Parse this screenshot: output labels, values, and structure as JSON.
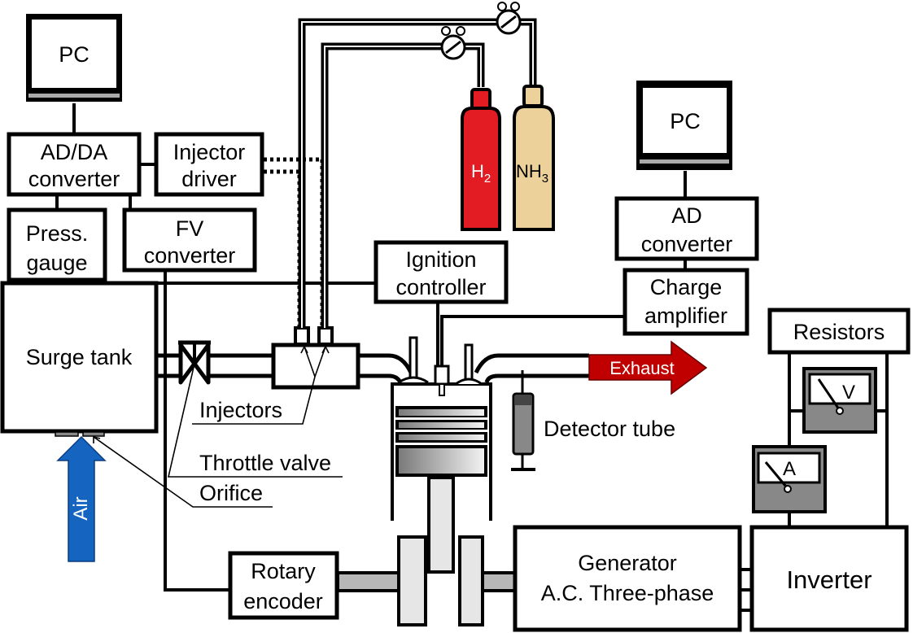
{
  "title": "Experimental engine setup with H2/NH3 fuel supply",
  "colors": {
    "h2_cylinder": "#e31b23",
    "nh3_cylinder": "#ecd19a",
    "exhaust_arrow": "#c00000",
    "air_arrow": "#1565c0",
    "meter_gray": "#888888",
    "shaft_gray": "#b8b8b8",
    "rod_gray": "#e6e6e6"
  },
  "left_pc": {
    "label": "PC"
  },
  "right_pc": {
    "label": "PC"
  },
  "ad_da_converter": {
    "line1": "AD/DA",
    "line2": "converter"
  },
  "injector_driver": {
    "line1": "Injector",
    "line2": "driver"
  },
  "press_gauge": {
    "line1": "Press.",
    "line2": "gauge"
  },
  "fv_converter": {
    "line1": "FV",
    "line2": "converter"
  },
  "surge_tank": {
    "label": "Surge tank"
  },
  "ignition_controller": {
    "line1": "Ignition",
    "line2": "controller"
  },
  "ad_converter": {
    "line1": "AD",
    "line2": "converter"
  },
  "charge_amplifier": {
    "line1": "Charge",
    "line2": "amplifier"
  },
  "resistors": {
    "label": "Resistors"
  },
  "voltmeter": {
    "label": "V"
  },
  "ammeter": {
    "label": "A"
  },
  "cylinders": {
    "h2": {
      "base": "H",
      "sub": "2"
    },
    "nh3": {
      "base": "NH",
      "sub": "3"
    }
  },
  "exhaust": {
    "label": "Exhaust"
  },
  "air": {
    "label": "Air"
  },
  "callouts": {
    "injectors": "Injectors",
    "throttle_valve": "Throttle valve",
    "orifice": "Orifice",
    "detector_tube": "Detector tube"
  },
  "rotary_encoder": {
    "line1": "Rotary",
    "line2": "encoder"
  },
  "generator": {
    "line1": "Generator",
    "line2": "A.C. Three-phase"
  },
  "inverter": {
    "label": "Inverter"
  }
}
